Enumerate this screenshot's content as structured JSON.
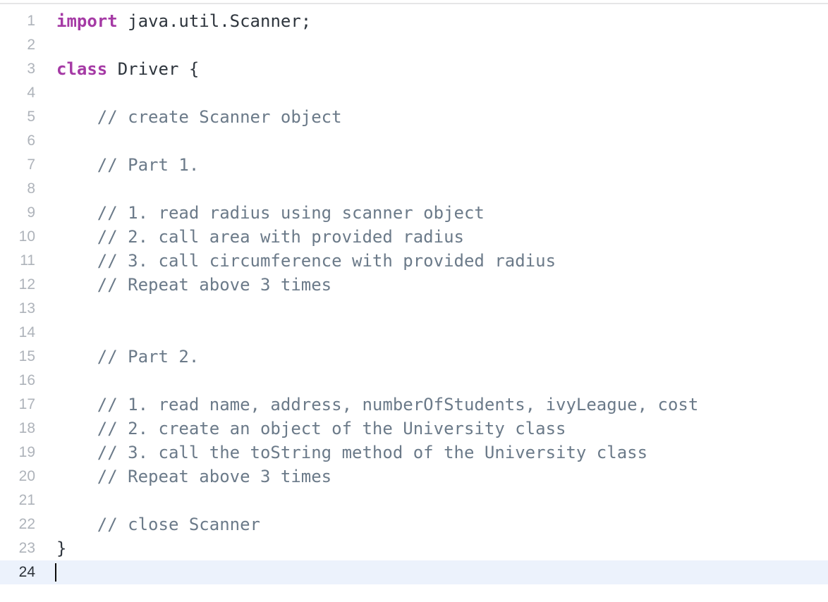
{
  "editor": {
    "language": "java",
    "active_line": 24,
    "colors": {
      "background": "#ffffff",
      "active_line_highlight": "#ecf2fc",
      "keyword": "#a53aa5",
      "plain_code": "#2e353d",
      "comment": "#6b7a89",
      "line_number": "#aeb3ba",
      "line_number_active": "#2b3138",
      "caret": "#0c0c0c",
      "top_border": "#e6e6e7"
    },
    "lines": [
      {
        "n": 1,
        "segments": [
          {
            "c": "keyword",
            "t": "import"
          },
          {
            "c": "plain",
            "t": " java.util.Scanner;"
          }
        ]
      },
      {
        "n": 2,
        "segments": []
      },
      {
        "n": 3,
        "segments": [
          {
            "c": "keyword",
            "t": "class"
          },
          {
            "c": "plain",
            "t": " Driver {"
          }
        ]
      },
      {
        "n": 4,
        "segments": []
      },
      {
        "n": 5,
        "segments": [
          {
            "c": "comment",
            "t": "    // create Scanner object"
          }
        ]
      },
      {
        "n": 6,
        "segments": []
      },
      {
        "n": 7,
        "segments": [
          {
            "c": "comment",
            "t": "    // Part 1."
          }
        ]
      },
      {
        "n": 8,
        "segments": []
      },
      {
        "n": 9,
        "segments": [
          {
            "c": "comment",
            "t": "    // 1. read radius using scanner object"
          }
        ]
      },
      {
        "n": 10,
        "segments": [
          {
            "c": "comment",
            "t": "    // 2. call area with provided radius"
          }
        ]
      },
      {
        "n": 11,
        "segments": [
          {
            "c": "comment",
            "t": "    // 3. call circumference with provided radius"
          }
        ]
      },
      {
        "n": 12,
        "segments": [
          {
            "c": "comment",
            "t": "    // Repeat above 3 times"
          }
        ]
      },
      {
        "n": 13,
        "segments": []
      },
      {
        "n": 14,
        "segments": []
      },
      {
        "n": 15,
        "segments": [
          {
            "c": "comment",
            "t": "    // Part 2."
          }
        ]
      },
      {
        "n": 16,
        "segments": []
      },
      {
        "n": 17,
        "segments": [
          {
            "c": "comment",
            "t": "    // 1. read name, address, numberOfStudents, ivyLeague, cost"
          }
        ]
      },
      {
        "n": 18,
        "segments": [
          {
            "c": "comment",
            "t": "    // 2. create an object of the University class"
          }
        ]
      },
      {
        "n": 19,
        "segments": [
          {
            "c": "comment",
            "t": "    // 3. call the toString method of the University class"
          }
        ]
      },
      {
        "n": 20,
        "segments": [
          {
            "c": "comment",
            "t": "    // Repeat above 3 times"
          }
        ]
      },
      {
        "n": 21,
        "segments": []
      },
      {
        "n": 22,
        "segments": [
          {
            "c": "comment",
            "t": "    // close Scanner"
          }
        ]
      },
      {
        "n": 23,
        "segments": [
          {
            "c": "plain",
            "t": "}"
          }
        ]
      },
      {
        "n": 24,
        "segments": [],
        "cursor": true
      }
    ]
  }
}
